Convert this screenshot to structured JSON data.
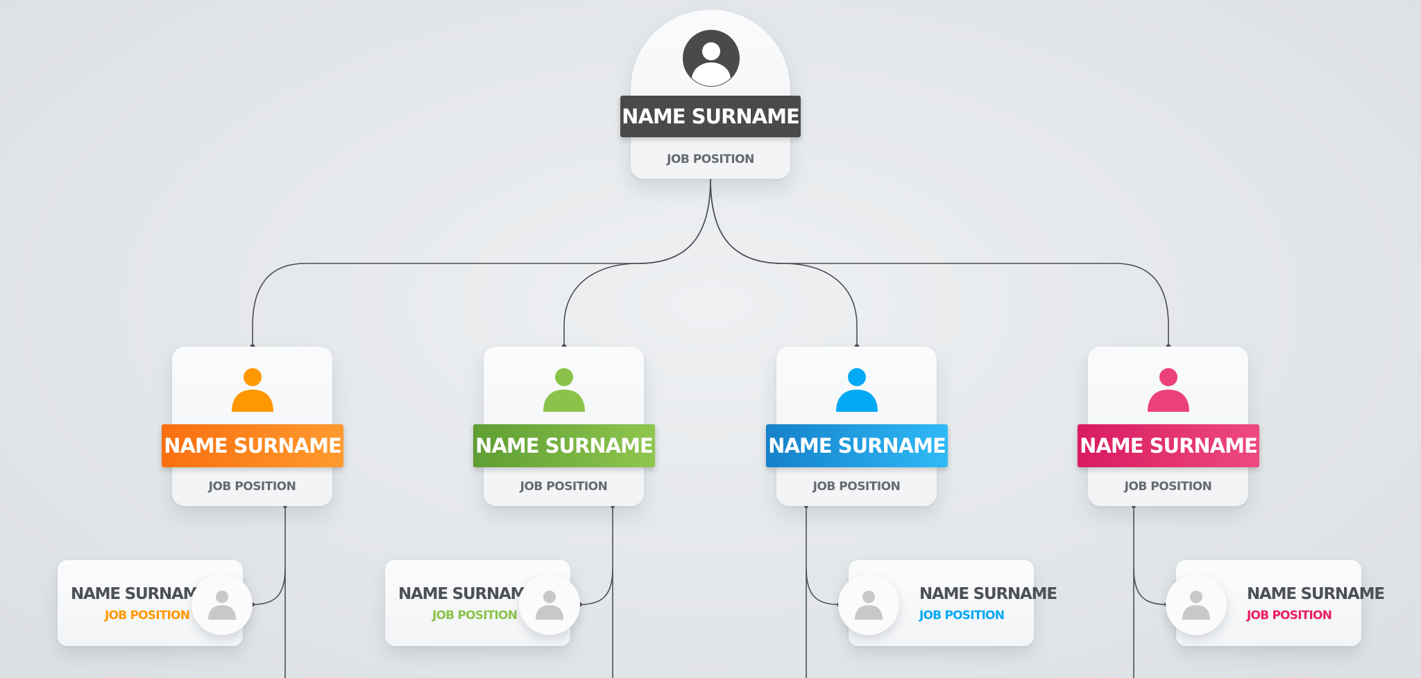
{
  "top": {
    "name": "NAME SURNAME",
    "job": "JOB POSITION",
    "color": "#4a4a4a",
    "icon": "person-icon"
  },
  "managers": [
    {
      "name": "NAME SURNAME",
      "job": "JOB POSITION",
      "color": "#ff8a1e",
      "color_dark": "#f86f0f",
      "icon": "person-icon"
    },
    {
      "name": "NAME SURNAME",
      "job": "JOB POSITION",
      "color": "#8bc34a",
      "color_dark": "#5f9e34",
      "icon": "person-icon"
    },
    {
      "name": "NAME SURNAME",
      "job": "JOB POSITION",
      "color": "#29b6f6",
      "color_dark": "#1581c9",
      "icon": "person-icon"
    },
    {
      "name": "NAME SURNAME",
      "job": "JOB POSITION",
      "color": "#ec407a",
      "color_dark": "#d81b60",
      "icon": "person-icon"
    }
  ],
  "reports": [
    {
      "name": "NAME SURNAME",
      "job": "JOB POSITION",
      "job_color": "#ff9800",
      "icon": "person-icon"
    },
    {
      "name": "NAME SURNAME",
      "job": "JOB POSITION",
      "job_color": "#8bc34a",
      "icon": "person-icon"
    },
    {
      "name": "NAME SURNAME",
      "job": "JOB POSITION",
      "job_color": "#03a9f4",
      "icon": "person-icon"
    },
    {
      "name": "NAME SURNAME",
      "job": "JOB POSITION",
      "job_color": "#e91e63",
      "icon": "person-icon"
    }
  ],
  "connector_color": "#4a4d52"
}
